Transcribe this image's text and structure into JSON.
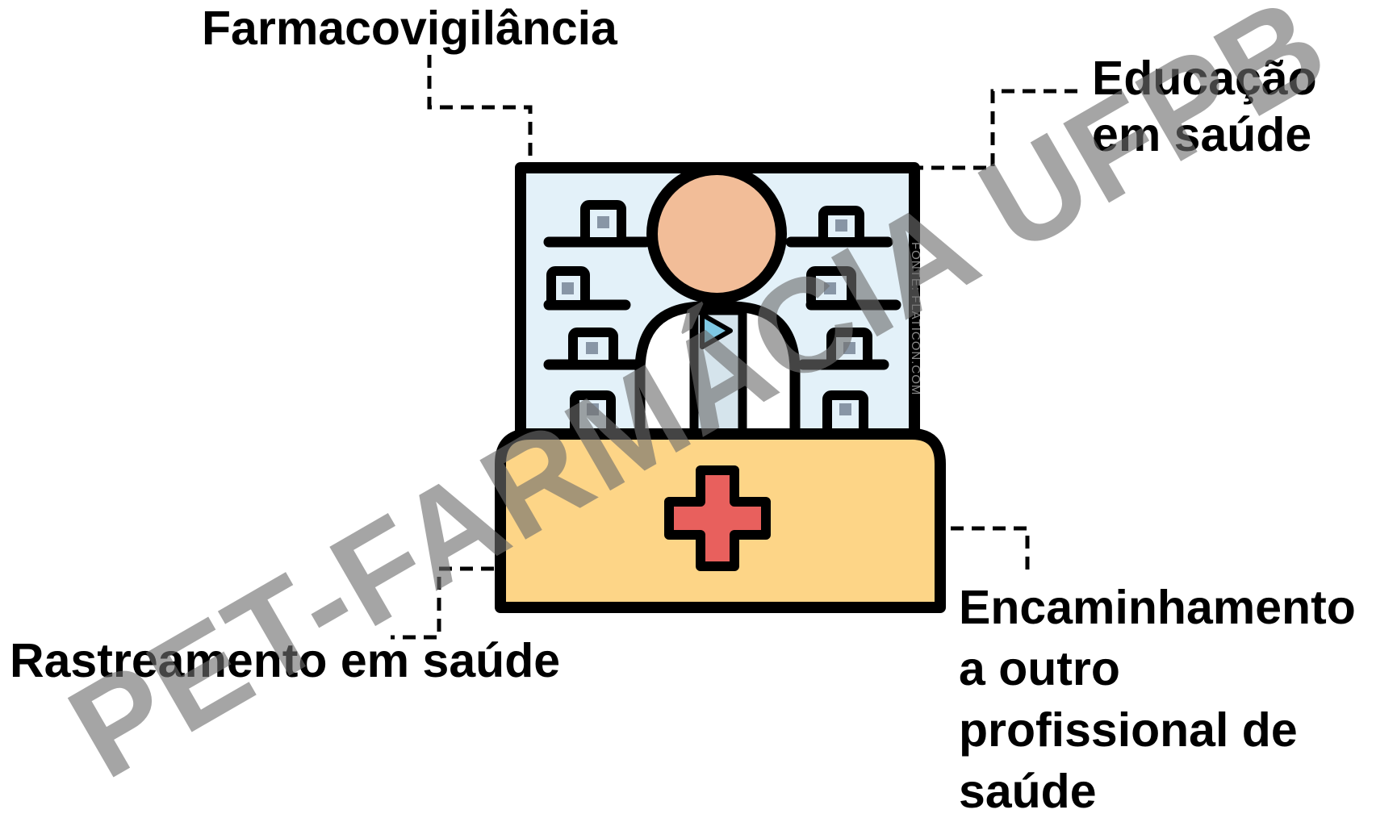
{
  "labels": {
    "farmacovigilancia": "Farmacovigilância",
    "educacao_line1": "Educação",
    "educacao_line2": "em saúde",
    "rastreamento": "Rastreamento em saúde",
    "encaminhamento_line1": "Encaminhamento",
    "encaminhamento_line2": "a outro",
    "encaminhamento_line3": "profissional de",
    "encaminhamento_line4": "saúde"
  },
  "icon_credit": "FONTE: FLATICON.COM",
  "watermark": "PET-FARMÁCIA UFPB",
  "colors": {
    "outline": "#000000",
    "shelf_background": "#e3f1f9",
    "skin": "#f2bd98",
    "counter": "#fdd587",
    "cross": "#e8605d",
    "tie": "#7ec8e3",
    "coat": "#ffffff",
    "shirt": "#d5e4ec",
    "bottle_cap": "#8896a6",
    "watermark": "#6e6e6e"
  },
  "icons": {
    "central_icon": "pharmacist-at-counter-icon",
    "counter_symbol": "medical-cross-icon"
  }
}
